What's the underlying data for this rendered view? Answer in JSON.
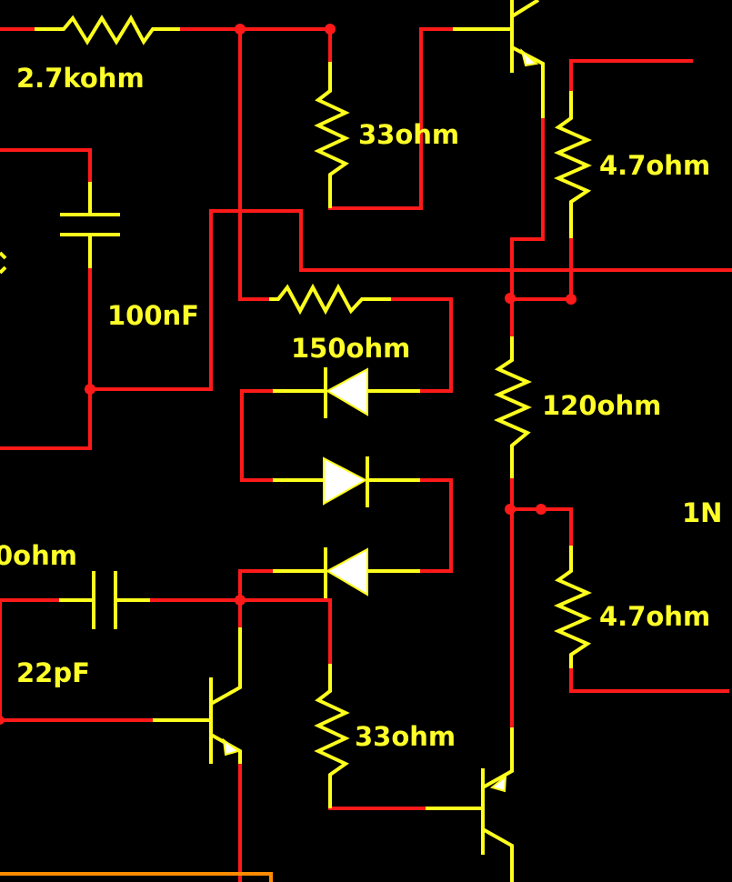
{
  "colors": {
    "background": "#000000",
    "wire": "#ff1a1a",
    "component": "#ffff1e",
    "diode_fill": "#ffffff",
    "bus": "#ff8c00",
    "label": "#ffff28"
  },
  "labels": {
    "r_top_left": "2.7kohm",
    "r_top_mid": "33ohm",
    "r_top_right": "4.7ohm",
    "c_left": "100nF",
    "r_mid": "150ohm",
    "r_right_mid": "120ohm",
    "diode_part": "1N",
    "r_left_cut": "0ohm",
    "c_bottom": "22pF",
    "r_right_bottom": "4.7ohm",
    "r_bottom_mid": "33ohm"
  },
  "components": [
    {
      "id": "R1",
      "kind": "resistor",
      "value": "2.7kohm"
    },
    {
      "id": "R2",
      "kind": "resistor",
      "value": "33ohm"
    },
    {
      "id": "R3",
      "kind": "resistor",
      "value": "4.7ohm"
    },
    {
      "id": "C1",
      "kind": "capacitor",
      "value": "100nF"
    },
    {
      "id": "R4",
      "kind": "resistor",
      "value": "150ohm"
    },
    {
      "id": "R5",
      "kind": "resistor",
      "value": "120ohm"
    },
    {
      "id": "R6",
      "kind": "resistor",
      "value": "4.7ohm"
    },
    {
      "id": "C2",
      "kind": "capacitor",
      "value": "22pF"
    },
    {
      "id": "R7",
      "kind": "resistor",
      "value": "33ohm"
    },
    {
      "id": "D1",
      "kind": "diode"
    },
    {
      "id": "D2",
      "kind": "diode"
    },
    {
      "id": "D3",
      "kind": "diode"
    },
    {
      "id": "Q1",
      "kind": "transistor"
    },
    {
      "id": "Q2",
      "kind": "transistor"
    },
    {
      "id": "Q3",
      "kind": "transistor"
    }
  ]
}
